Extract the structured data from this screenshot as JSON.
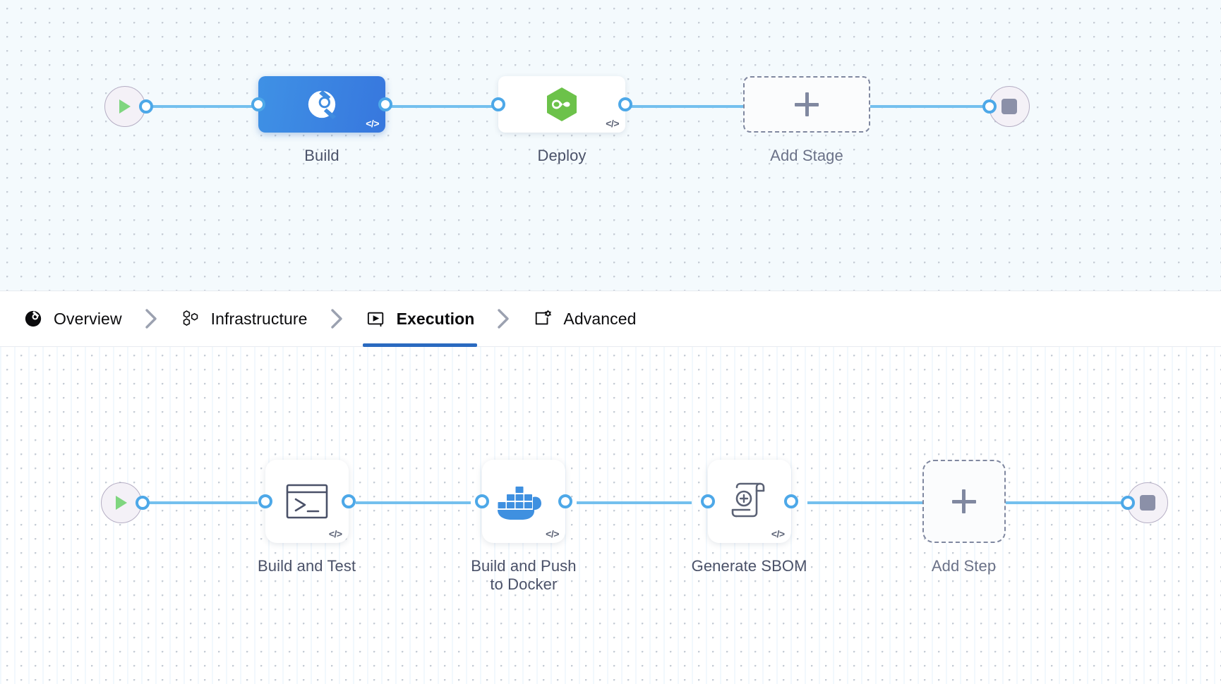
{
  "stages_canvas": {
    "name": "pipeline-stages-canvas",
    "start_node": {
      "icon": "play-icon",
      "name": "pipeline-start-node"
    },
    "end_node": {
      "icon": "stop-icon",
      "name": "pipeline-end-node"
    },
    "stages": [
      {
        "label": "Build",
        "icon": "harness-ci-build-icon",
        "state": "selected",
        "badge": "</>",
        "type": "stage"
      },
      {
        "label": "Deploy",
        "icon": "harness-cd-infinity-hexagon-icon",
        "state": "default",
        "badge": "</>",
        "type": "stage"
      },
      {
        "label": "Add Stage",
        "icon": "plus-icon",
        "state": "add",
        "badge": "",
        "type": "add-stage"
      }
    ]
  },
  "tabs": {
    "name": "stage-config-tabs",
    "items": [
      {
        "label": "Overview",
        "icon": "pie-chart-icon",
        "active": false
      },
      {
        "label": "Infrastructure",
        "icon": "honeycomb-icon",
        "active": false
      },
      {
        "label": "Execution",
        "icon": "play-box-icon",
        "active": true
      },
      {
        "label": "Advanced",
        "icon": "gear-box-icon",
        "active": false
      }
    ],
    "separator_icon": "chevron-right-icon",
    "active_underline_color": "#2a6ac0"
  },
  "steps_canvas": {
    "name": "pipeline-steps-canvas",
    "start_node": {
      "icon": "play-icon",
      "name": "execution-start-node"
    },
    "end_node": {
      "icon": "stop-icon",
      "name": "execution-end-node"
    },
    "steps": [
      {
        "label": "Build and Test",
        "icon": "terminal-shell-icon",
        "badge": "</>",
        "type": "step"
      },
      {
        "label": "Build and Push\nto Docker",
        "icon": "docker-whale-icon",
        "badge": "</>",
        "type": "step"
      },
      {
        "label": "Generate SBOM",
        "icon": "scroll-plus-icon",
        "badge": "</>",
        "type": "step"
      },
      {
        "label": "Add Step",
        "icon": "plus-icon",
        "badge": "",
        "type": "add-step"
      }
    ]
  },
  "colors": {
    "link": "#74c0ee",
    "port_ring": "#4da8e8",
    "selected_stage_start": "#3f91e5",
    "selected_stage_end": "#3777de",
    "docker_blue": "#3f90e0",
    "harness_green": "#6cc24a",
    "play_green": "#7fd67f",
    "dashed_border": "#8088a0",
    "label_text": "#4a5168",
    "canvas_top_bg": "#f4fafd",
    "canvas_bottom_bg": "#ffffff"
  }
}
